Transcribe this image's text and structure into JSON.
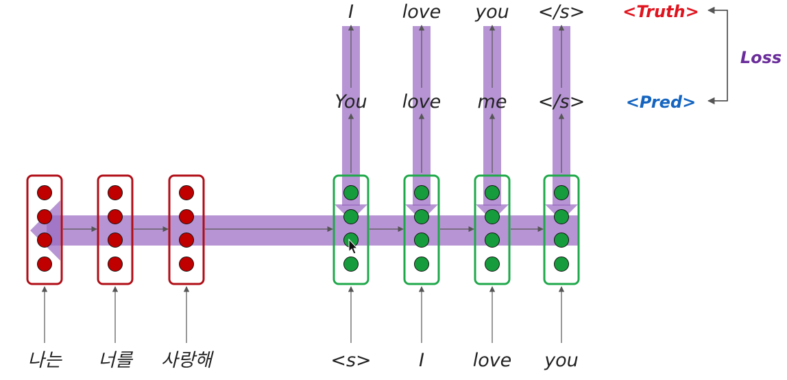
{
  "encoder": {
    "inputs": [
      "나는",
      "너를",
      "사랑해"
    ],
    "box_color": "#b00d16",
    "neuron_color": "#c00000"
  },
  "decoder": {
    "inputs": [
      "<s>",
      "I",
      "love",
      "you"
    ],
    "predictions": [
      "You",
      "love",
      "me",
      "</s>"
    ],
    "targets": [
      "I",
      "love",
      "you",
      "</s>"
    ],
    "box_color": "#1fa84a",
    "neuron_color": "#169c3c"
  },
  "legend": {
    "truth": "<Truth>",
    "pred": "<Pred>",
    "loss": "Loss",
    "truth_color": "#e0141e",
    "pred_color": "#1565c0",
    "loss_color": "#6a2c9a"
  },
  "overlay": {
    "highlight_color": "#9b6cc3"
  }
}
